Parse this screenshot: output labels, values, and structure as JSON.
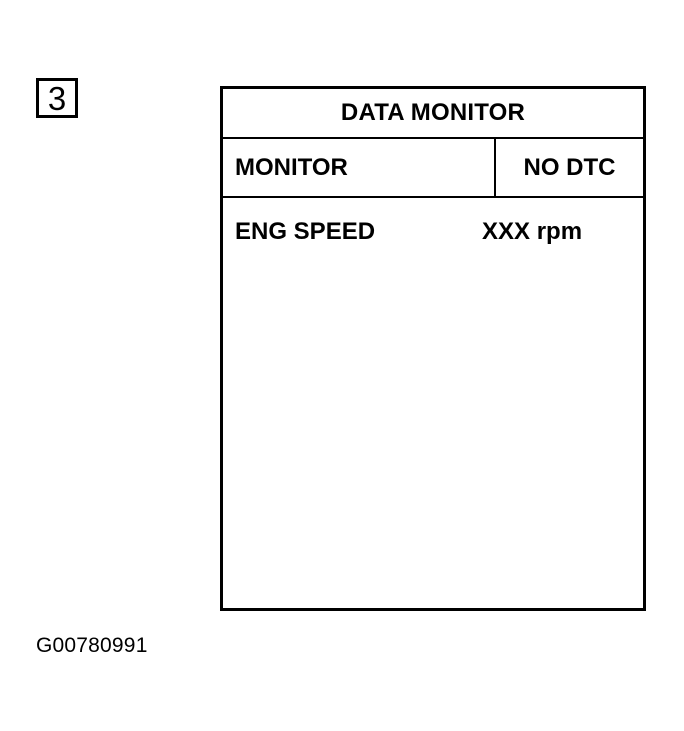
{
  "step_number": "3",
  "data_monitor": {
    "title": "DATA MONITOR",
    "tabs": {
      "monitor": "MONITOR",
      "no_dtc": "NO DTC"
    },
    "rows": [
      {
        "label": "ENG SPEED",
        "value": "XXX rpm"
      }
    ]
  },
  "figure_id": "G00780991"
}
